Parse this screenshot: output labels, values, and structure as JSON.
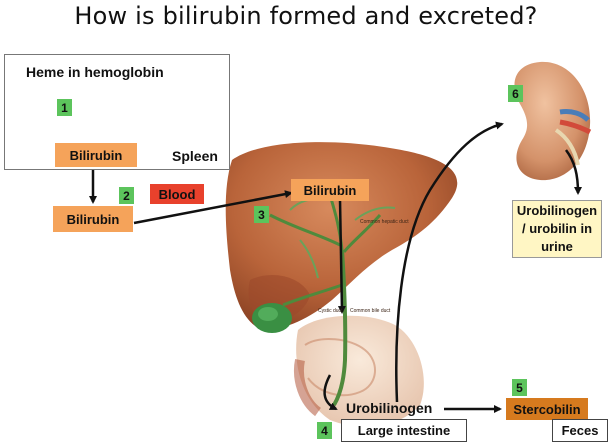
{
  "title": "How is bilirubin formed and excreted?",
  "spleen_box": {
    "heme_label": "Heme in hemoglobin",
    "bilirubin_label": "Bilirubin",
    "organ_label": "Spleen"
  },
  "steps": {
    "step1": "1",
    "step2": "2",
    "step3": "3",
    "step4": "4",
    "step5": "5",
    "step6": "6"
  },
  "blood": {
    "bilirubin_label": "Bilirubin",
    "tag": "Blood"
  },
  "liver": {
    "bilirubin_label": "Bilirubin",
    "small_labels": [
      "Common hepatic duct",
      "Cystic duct",
      "Common bile duct"
    ]
  },
  "intestine": {
    "product_label": "Urobilinogen",
    "organ_label": "Large intestine"
  },
  "feces": {
    "product_label": "Stercobilin",
    "tag": "Feces"
  },
  "urine": {
    "lines": [
      "Urobilinogen",
      "/ urobilin in",
      "urine"
    ]
  },
  "colors": {
    "orange_box": "#f5a35a",
    "green_number": "#5cc45c",
    "blood_red": "#e8412c",
    "stercobilin_brown": "#d67a1e",
    "urine_yellow": "#fff6c4",
    "liver": "#b9643a",
    "kidney": "#d4926a"
  }
}
